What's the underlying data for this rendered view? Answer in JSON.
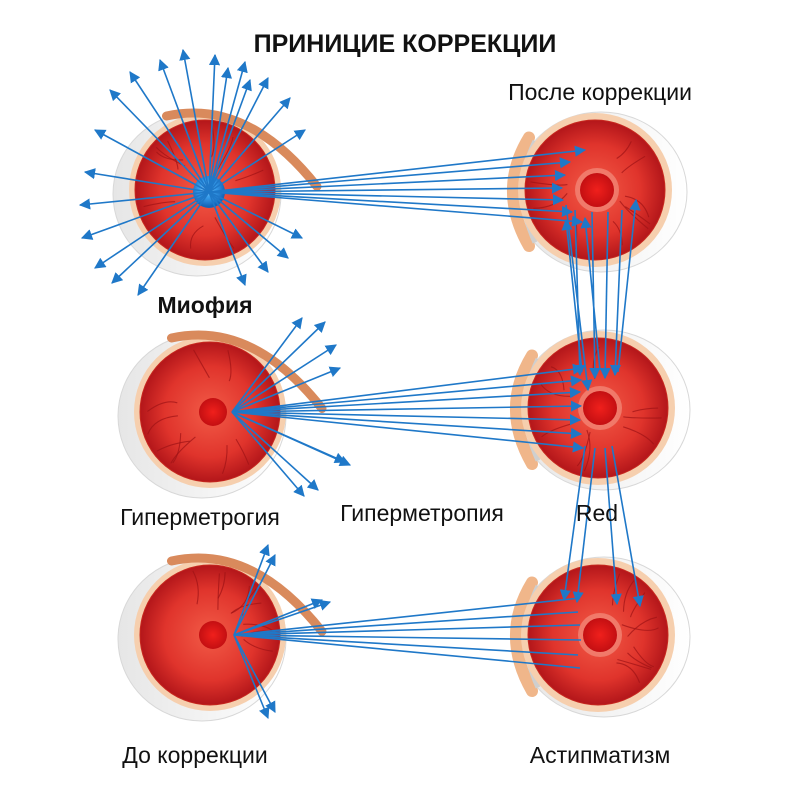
{
  "title": "ПРИНИЦИЕ КОРРЕКЦИИ",
  "labels": {
    "after_correction": "После коррекции",
    "myopia": "Миофия",
    "hypermetrogia": "Гиперметрогия",
    "hypermetropia": "Гиперметропия",
    "red": "Red",
    "before_correction": "До коррекции",
    "astigmatism": "Астипматизм"
  },
  "colors": {
    "ray": "#1f78c8",
    "eye_red": "#e0342c",
    "eye_dark": "#b3161a",
    "sclera": "#f6cfae",
    "lid": "#d98a5c",
    "focal_blue": "#3aa0ee"
  },
  "icons": [
    "eye-icon",
    "ray-arrow-icon"
  ]
}
